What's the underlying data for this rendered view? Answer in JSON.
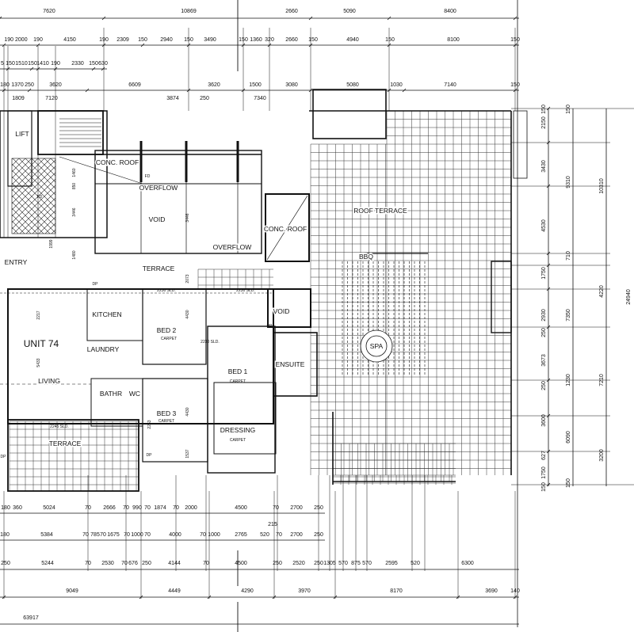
{
  "drawing": {
    "title": "UNIT 74 floor plan"
  },
  "dims": {
    "top": [
      [
        "7620",
        "10869",
        "2660",
        "5090",
        "8400"
      ],
      [
        "190 2000",
        "190",
        "4150",
        "190",
        "2309",
        "150",
        "2940",
        "150",
        "3490",
        "150",
        "1360",
        "320",
        "2660",
        "150",
        "4940",
        "150",
        "8100",
        "150"
      ],
      [
        "5",
        "150",
        "1510",
        "150",
        "1410",
        "190",
        "2330",
        "150",
        "630"
      ],
      [
        "180",
        "1370",
        "250",
        "3620",
        "6609",
        "3620",
        "1500",
        "3080",
        "5080",
        "1030",
        "7140",
        "150"
      ],
      [
        "1809",
        "7120",
        "3874",
        "250",
        "7340"
      ]
    ],
    "bottom": [
      [
        "180",
        "360",
        "5024",
        "70",
        "2666",
        "70",
        "990",
        "70",
        "1874",
        "70",
        "2000",
        "4500",
        "70",
        "2700",
        "250"
      ],
      [
        "180",
        "5384",
        "70",
        "785",
        "70",
        "1675",
        "70",
        "1000",
        "70",
        "4000",
        "70",
        "1000",
        "2765",
        "520",
        "215",
        "70",
        "2700",
        "250"
      ],
      [
        "250",
        "5244",
        "70",
        "2530",
        "70",
        "676",
        "250",
        "4144",
        "70",
        "4500",
        "250",
        "2520",
        "250",
        "1305",
        "570",
        "875",
        "570",
        "2595",
        "520",
        "6300"
      ],
      [
        "9049",
        "4449",
        "4290",
        "3970",
        "8170",
        "3690",
        "140"
      ],
      [
        "63917"
      ]
    ],
    "right": [
      [
        "150",
        "2150",
        "3430",
        "4530",
        "1750",
        "2930",
        "250",
        "3673",
        "250",
        "3600",
        "627",
        "1750",
        "150"
      ],
      [
        "150",
        "9310",
        "710",
        "7350",
        "1230",
        "6090",
        "150"
      ],
      [
        "10310",
        "4220",
        "7210",
        "3200"
      ],
      [
        "24940"
      ]
    ]
  },
  "rooms": [
    "LIFT",
    "CONC. ROOF",
    "OVERFLOW",
    "VOID",
    "CONC. ROOF",
    "OVERFLOW",
    "ENTRY",
    "TERRACE",
    "ROOF TERRACE",
    "BBQ",
    "VOID",
    "KITCHEN",
    "BED 2",
    "UNIT 74",
    "LAUNDRY",
    "BED 1",
    "ENSUITE",
    "SPA",
    "LIVING",
    "BATHR",
    "WC",
    "BED 3",
    "DRESSING",
    "TERRACE"
  ],
  "notes": [
    "CARPET",
    "CARPET",
    "CARPET",
    "CARPET",
    "2230 SLD.",
    "2230 SLD.",
    "2230 SLD.",
    "2245 SLD.",
    "DP",
    "DP",
    "DP",
    "DP",
    "FD",
    "FD",
    "1460",
    "3446",
    "3446",
    "1480",
    "850",
    "2217",
    "5433",
    "4430",
    "4430",
    "2263",
    "1537",
    "1999",
    "2073"
  ]
}
